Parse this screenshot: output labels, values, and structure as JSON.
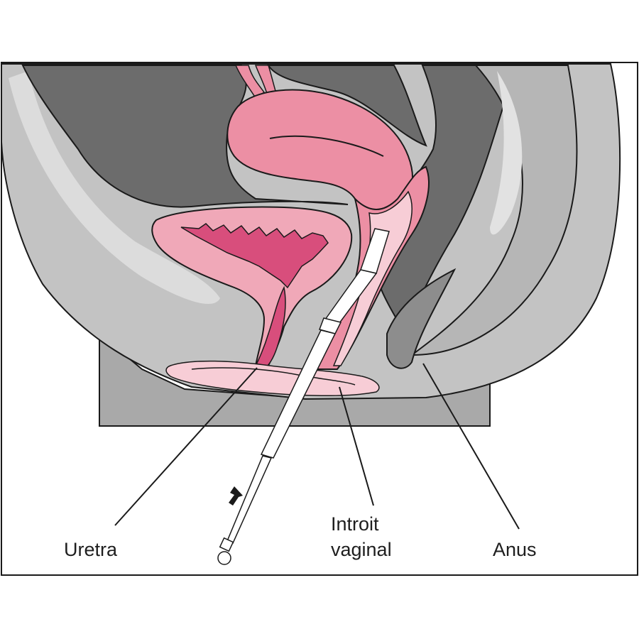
{
  "labels": {
    "uretra": "Uretra",
    "introit": [
      "Introit",
      "vaginal"
    ],
    "anus": "Anus"
  },
  "colors": {
    "frame": "#1a1a1a",
    "tissue_light": "#c3c3c3",
    "tissue_mid": "#a9a9a9",
    "tissue_dark": "#6c6c6c",
    "highlight": "#dcdcdc",
    "uterus_pink": "#ec8fa4",
    "bladder_pink": "#f0a8b8",
    "bladder_inner": "#d84e7c",
    "light_pink": "#f7cdd6",
    "applicator": "#ffffff"
  },
  "icons": {
    "arrow": "insertion-direction-arrow-icon"
  }
}
